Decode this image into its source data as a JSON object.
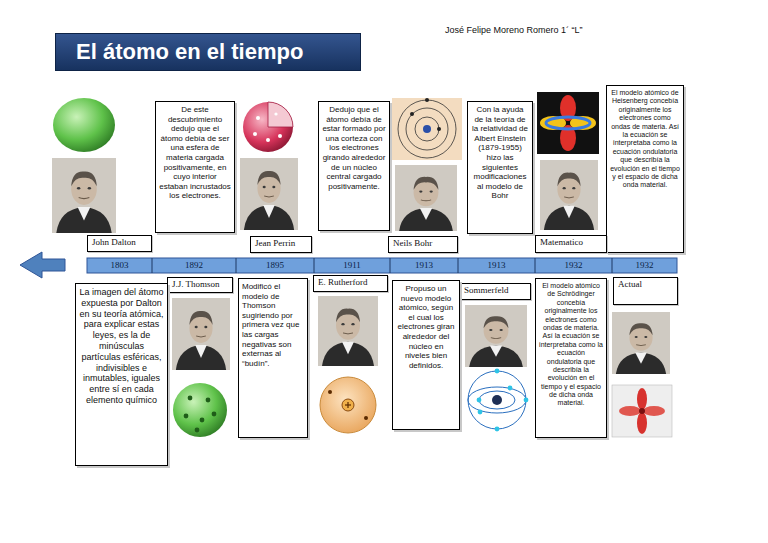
{
  "diagram": {
    "title": "El átomo en el tiempo",
    "nodes": [
      {
        "text": [
          "De este descubrimiento dedujo que el átomo debía de ser una esfera de materia cargada positivamente, en cuyo interior estaban incrustados los electrones."
        ]
      },
      {
        "text": [
          "Dedujo que el átomo debía de estar formado por una corteza con los electrones girando alrededor de un núcleo central cargado positivamente."
        ]
      },
      {
        "text": [
          "Con la ayuda de la teoría de la relatividad de Albert Einstein (1879-1955) hizo las siguientes modificaciones al modelo de Bohr"
        ]
      },
      {
        "text": [
          "El modelo atómico de Heisenberg concebía originalmente los electrones como ondas de materia. Así la ecuación se interpretaba como la ecuación ondulatoria que describía la evolución en el tiempo y el espacio de dicha onda material."
        ]
      },
      {
        "text": [
          "John Dalton"
        ]
      },
      {
        "text": [
          "Jean Perrin"
        ]
      },
      {
        "text": [
          "Neils Bohr"
        ]
      },
      {
        "text": [
          "Matematico"
        ]
      },
      {
        "text": [
          "1803"
        ]
      },
      {
        "text": [
          "1892"
        ]
      },
      {
        "text": [
          "1895"
        ]
      },
      {
        "text": [
          "1911"
        ]
      },
      {
        "text": [
          "1913"
        ]
      },
      {
        "text": [
          "1913"
        ]
      },
      {
        "text": [
          "1932"
        ]
      },
      {
        "text": [
          "1932"
        ]
      },
      {
        "text": [
          "J.J. Thomson"
        ]
      },
      {
        "text": [
          "E. Rutherford"
        ]
      },
      {
        "text": [
          "Sommerfeld"
        ]
      },
      {
        "text": [
          "Actual"
        ]
      },
      {
        "text": [
          "La imagen del átomo expuesta por Dalton en su teoría atómica, para explicar estas leyes, es la de minúsculas partículas esféricas, indivisibles e inmutables, iguales entre sí en cada elemento químico"
        ]
      },
      {
        "text": [
          "Modificó el modelo de Thomson sugiriendo por primera vez que las cargas negativas son externas al “budín”."
        ]
      },
      {
        "text": [
          "Propuso un nuevo modelo atómico, según el cual los electrones giran alrededor del núcleo en niveles bien definidos."
        ]
      },
      {
        "text": [
          "El modelo atómico de Schrödinger concebía originalmente los electrones como ondas de materia. Así la ecuación se interpretaba como la ecuación ondulatoria que describía la evolución en el tiempo y el espacio de dicha onda material."
        ]
      }
    ],
    "labels": [
      "José Felipe Moreno Romero 1´ “L”"
    ]
  }
}
